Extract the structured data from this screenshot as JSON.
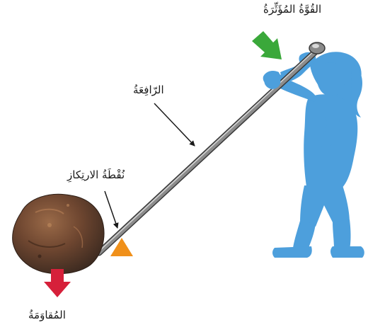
{
  "labels": {
    "effort_force": "القُوَّةُ المُؤَثِّرَةُ",
    "lever": "الرّافِعَةُ",
    "fulcrum": "نُقْطَةُ الارتِكازِ",
    "resistance": "المُقاوَمَةُ"
  },
  "colors": {
    "person_silhouette": "#4d9fdc",
    "effort_arrow": "#3aa83a",
    "resistance_arrow": "#d6203a",
    "fulcrum_triangle": "#f0901a",
    "rock": "#7a4e32",
    "lever_bar": "#8c8c8c"
  },
  "icons": {
    "person": "person-silhouette-icon",
    "effort_arrow": "arrow-down-right-icon",
    "resistance_arrow": "arrow-down-icon",
    "fulcrum": "triangle-icon",
    "rock": "rock-icon"
  }
}
